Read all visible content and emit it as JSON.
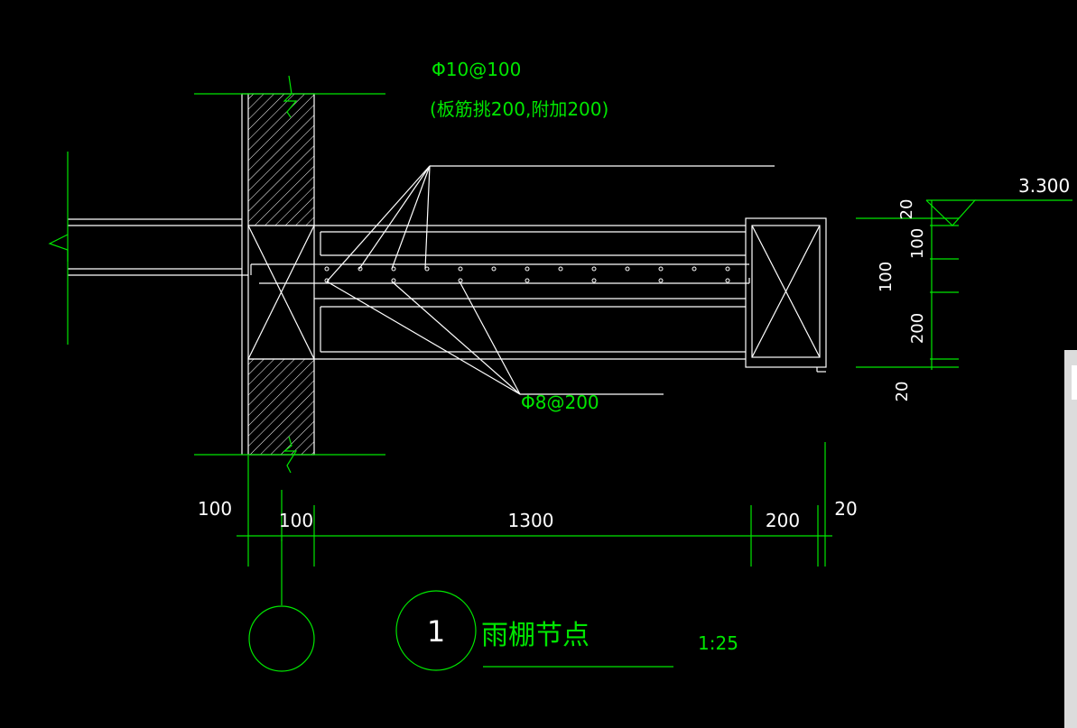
{
  "drawing": {
    "top_rebar_label": "Φ10@100",
    "top_rebar_note": "(板筋挑200,附加200)",
    "bottom_rebar_label": "Φ8@200",
    "elevation": "3.300",
    "right_dims": [
      "20",
      "100",
      "100",
      "200",
      "20"
    ],
    "bottom_dims": [
      "100",
      "100",
      "1300",
      "200",
      "20"
    ],
    "detail_number": "1",
    "detail_title": "雨棚节点",
    "scale": "1:25"
  },
  "colors": {
    "background": "#000000",
    "lines": "#ffffff",
    "annotation": "#00e600"
  }
}
